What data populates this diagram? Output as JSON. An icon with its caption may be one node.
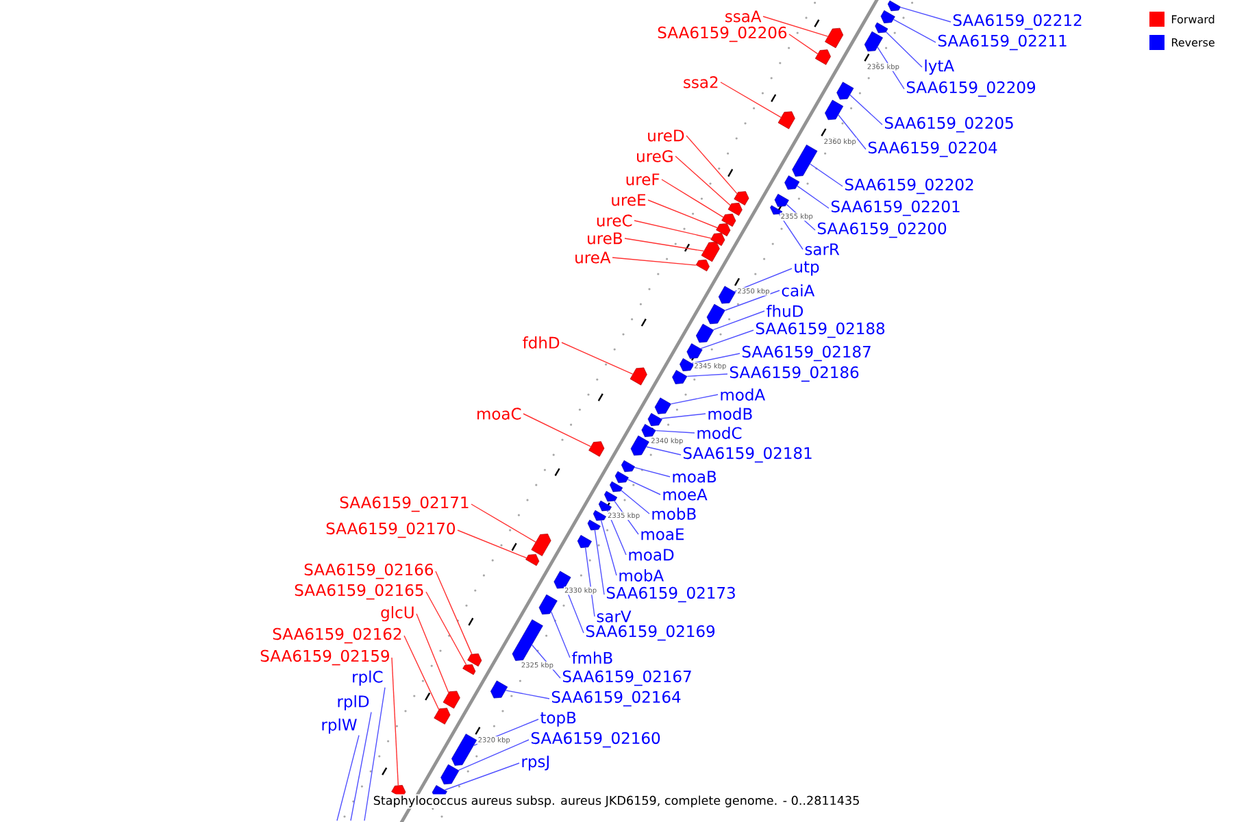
{
  "diagram": {
    "caption": "Staphylococcus aureus subsp. aureus JKD6159, complete genome. - 0..2811435",
    "nodes": [
      {
        "text": [
          "ssaA"
        ]
      },
      {
        "text": [
          "SAA6159_02206"
        ]
      },
      {
        "text": [
          "ssa2"
        ]
      },
      {
        "text": [
          "ureD"
        ]
      },
      {
        "text": [
          "ureG"
        ]
      },
      {
        "text": [
          "ureF"
        ]
      },
      {
        "text": [
          "ureE"
        ]
      },
      {
        "text": [
          "ureC"
        ]
      },
      {
        "text": [
          "ureB"
        ]
      },
      {
        "text": [
          "ureA"
        ]
      },
      {
        "text": [
          "fdhD"
        ]
      },
      {
        "text": [
          "moaC"
        ]
      },
      {
        "text": [
          "SAA6159_02171"
        ]
      },
      {
        "text": [
          "SAA6159_02170"
        ]
      },
      {
        "text": [
          "SAA6159_02166"
        ]
      },
      {
        "text": [
          "SAA6159_02165"
        ]
      },
      {
        "text": [
          "glcU"
        ]
      },
      {
        "text": [
          "SAA6159_02162"
        ]
      },
      {
        "text": [
          "SAA6159_02159"
        ]
      },
      {
        "text": [
          "SAA6159_02212"
        ]
      },
      {
        "text": [
          "SAA6159_02211"
        ]
      },
      {
        "text": [
          "lytA"
        ]
      },
      {
        "text": [
          "SAA6159_02209"
        ]
      },
      {
        "text": [
          "SAA6159_02205"
        ]
      },
      {
        "text": [
          "SAA6159_02204"
        ]
      },
      {
        "text": [
          "SAA6159_02202"
        ]
      },
      {
        "text": [
          "SAA6159_02201"
        ]
      },
      {
        "text": [
          "SAA6159_02200"
        ]
      },
      {
        "text": [
          "sarR"
        ]
      },
      {
        "text": [
          "utp"
        ]
      },
      {
        "text": [
          "caiA"
        ]
      },
      {
        "text": [
          "fhuD"
        ]
      },
      {
        "text": [
          "SAA6159_02188"
        ]
      },
      {
        "text": [
          "SAA6159_02187"
        ]
      },
      {
        "text": [
          "SAA6159_02186"
        ]
      },
      {
        "text": [
          "modA"
        ]
      },
      {
        "text": [
          "modB"
        ]
      },
      {
        "text": [
          "modC"
        ]
      },
      {
        "text": [
          "SAA6159_02181"
        ]
      },
      {
        "text": [
          "moaB"
        ]
      },
      {
        "text": [
          "moeA"
        ]
      },
      {
        "text": [
          "mobB"
        ]
      },
      {
        "text": [
          "moaE"
        ]
      },
      {
        "text": [
          "moaD"
        ]
      },
      {
        "text": [
          "mobA"
        ]
      },
      {
        "text": [
          "SAA6159_02173"
        ]
      },
      {
        "text": [
          "sarV"
        ]
      },
      {
        "text": [
          "SAA6159_02169"
        ]
      },
      {
        "text": [
          "fmhB"
        ]
      },
      {
        "text": [
          "SAA6159_02167"
        ]
      },
      {
        "text": [
          "SAA6159_02164"
        ]
      },
      {
        "text": [
          "topB"
        ]
      },
      {
        "text": [
          "SAA6159_02160"
        ]
      },
      {
        "text": [
          "rpsJ"
        ]
      },
      {
        "text": [
          "rplC"
        ]
      },
      {
        "text": [
          "rplD"
        ]
      },
      {
        "text": [
          "rplW"
        ]
      },
      {
        "text": [],
        "shape": "box"
      },
      {
        "text": [],
        "shape": "box"
      },
      {
        "text": [],
        "shape": "box"
      },
      {
        "text": [],
        "shape": "box"
      },
      {
        "text": [],
        "shape": "box"
      },
      {
        "text": [],
        "shape": "box"
      },
      {
        "text": [],
        "shape": "box"
      },
      {
        "text": [],
        "shape": "box"
      },
      {
        "text": [],
        "shape": "box"
      },
      {
        "text": [],
        "shape": "box"
      },
      {
        "text": [],
        "shape": "box"
      },
      {
        "text": [],
        "shape": "box"
      },
      {
        "text": [],
        "shape": "box"
      },
      {
        "text": [],
        "shape": "box"
      },
      {
        "text": [],
        "shape": "box"
      },
      {
        "text": [],
        "shape": "box"
      },
      {
        "text": [],
        "shape": "box"
      },
      {
        "text": [],
        "shape": "box"
      },
      {
        "text": [],
        "shape": "box"
      },
      {
        "text": [],
        "shape": "box"
      },
      {
        "text": [],
        "shape": "box"
      },
      {
        "text": [],
        "shape": "box"
      },
      {
        "text": [],
        "shape": "box"
      },
      {
        "text": [],
        "shape": "box"
      },
      {
        "text": [],
        "shape": "box"
      },
      {
        "text": [],
        "shape": "box"
      },
      {
        "text": [],
        "shape": "box"
      },
      {
        "text": [],
        "shape": "box"
      },
      {
        "text": [],
        "shape": "box"
      },
      {
        "text": [],
        "shape": "box"
      },
      {
        "text": [],
        "shape": "box"
      },
      {
        "text": [],
        "shape": "box"
      },
      {
        "text": [],
        "shape": "box"
      },
      {
        "text": [],
        "shape": "box"
      },
      {
        "text": [],
        "shape": "box"
      },
      {
        "text": [],
        "shape": "box"
      },
      {
        "text": [],
        "shape": "box"
      },
      {
        "text": [],
        "shape": "box"
      },
      {
        "text": [],
        "shape": "box"
      },
      {
        "text": [],
        "shape": "box"
      },
      {
        "text": [],
        "shape": "box"
      },
      {
        "text": [],
        "shape": "box"
      },
      {
        "text": [],
        "shape": "box"
      },
      {
        "text": [],
        "shape": "box"
      },
      {
        "text": [],
        "shape": "box"
      },
      {
        "text": [],
        "shape": "box"
      },
      {
        "text": [],
        "shape": "box"
      },
      {
        "text": [],
        "shape": "box"
      },
      {
        "text": [],
        "shape": "box"
      },
      {
        "text": [],
        "shape": "box"
      },
      {
        "text": [],
        "shape": "box"
      },
      {
        "text": [],
        "shape": "box"
      },
      {
        "text": [],
        "shape": "box"
      },
      {
        "text": [],
        "shape": "box"
      }
    ],
    "edges": [
      {
        "from": 0,
        "to": 57,
        "arrow": "none",
        "color": "#ff3030"
      },
      {
        "from": 1,
        "to": 58,
        "arrow": "none",
        "color": "#ff3030"
      },
      {
        "from": 2,
        "to": 59,
        "arrow": "none",
        "color": "#ff3030"
      },
      {
        "from": 3,
        "to": 60,
        "arrow": "none",
        "color": "#ff3030"
      },
      {
        "from": 4,
        "to": 61,
        "arrow": "none",
        "color": "#ff3030"
      },
      {
        "from": 5,
        "to": 62,
        "arrow": "none",
        "color": "#ff3030"
      },
      {
        "from": 6,
        "to": 63,
        "arrow": "none",
        "color": "#ff3030"
      },
      {
        "from": 7,
        "to": 64,
        "arrow": "none",
        "color": "#ff3030"
      },
      {
        "from": 8,
        "to": 65,
        "arrow": "none",
        "color": "#ff3030"
      },
      {
        "from": 9,
        "to": 66,
        "arrow": "none",
        "color": "#ff3030"
      },
      {
        "from": 10,
        "to": 67,
        "arrow": "none",
        "color": "#ff3030"
      },
      {
        "from": 11,
        "to": 68,
        "arrow": "none",
        "color": "#ff3030"
      },
      {
        "from": 12,
        "to": 69,
        "arrow": "none",
        "color": "#ff3030"
      },
      {
        "from": 13,
        "to": 70,
        "arrow": "none",
        "color": "#ff3030"
      },
      {
        "from": 14,
        "to": 71,
        "arrow": "none",
        "color": "#ff3030"
      },
      {
        "from": 15,
        "to": 72,
        "arrow": "none",
        "color": "#ff3030"
      },
      {
        "from": 16,
        "to": 73,
        "arrow": "none",
        "color": "#ff3030"
      },
      {
        "from": 17,
        "to": 74,
        "arrow": "none",
        "color": "#ff3030"
      },
      {
        "from": 18,
        "to": 75,
        "arrow": "none",
        "color": "#ff3030"
      },
      {
        "from": 19,
        "to": 76,
        "arrow": "none"
      },
      {
        "from": 20,
        "to": 77,
        "arrow": "none"
      },
      {
        "from": 21,
        "to": 78,
        "arrow": "none"
      },
      {
        "from": 22,
        "to": 79,
        "arrow": "none"
      },
      {
        "from": 23,
        "to": 80,
        "arrow": "none"
      },
      {
        "from": 24,
        "to": 81,
        "arrow": "none"
      },
      {
        "from": 25,
        "to": 82,
        "arrow": "none"
      },
      {
        "from": 26,
        "to": 83,
        "arrow": "none"
      },
      {
        "from": 27,
        "to": 84,
        "arrow": "none"
      },
      {
        "from": 28,
        "to": 85,
        "arrow": "none"
      },
      {
        "from": 29,
        "to": 86,
        "arrow": "none"
      },
      {
        "from": 30,
        "to": 87,
        "arrow": "none"
      },
      {
        "from": 31,
        "to": 88,
        "arrow": "none"
      },
      {
        "from": 32,
        "to": 89,
        "arrow": "none"
      },
      {
        "from": 33,
        "to": 90,
        "arrow": "none"
      },
      {
        "from": 34,
        "to": 91,
        "arrow": "none"
      },
      {
        "from": 35,
        "to": 92,
        "arrow": "none"
      },
      {
        "from": 36,
        "to": 93,
        "arrow": "none"
      },
      {
        "from": 37,
        "to": 94,
        "arrow": "none"
      },
      {
        "from": 38,
        "to": 95,
        "arrow": "none"
      },
      {
        "from": 39,
        "to": 96,
        "arrow": "none"
      },
      {
        "from": 40,
        "to": 97,
        "arrow": "none"
      },
      {
        "from": 41,
        "to": 98,
        "arrow": "none"
      },
      {
        "from": 42,
        "to": 99,
        "arrow": "none"
      },
      {
        "from": 43,
        "to": 100,
        "arrow": "none"
      },
      {
        "from": 44,
        "to": 101,
        "arrow": "none"
      },
      {
        "from": 45,
        "to": 102,
        "arrow": "none"
      },
      {
        "from": 46,
        "to": 103,
        "arrow": "none"
      },
      {
        "from": 47,
        "to": 104,
        "arrow": "none"
      },
      {
        "from": 48,
        "to": 105,
        "arrow": "none"
      },
      {
        "from": 49,
        "to": 106,
        "arrow": "none"
      },
      {
        "from": 50,
        "to": 107,
        "arrow": "none"
      },
      {
        "from": 51,
        "to": 108,
        "arrow": "none"
      },
      {
        "from": 52,
        "to": 109,
        "arrow": "none"
      },
      {
        "from": 53,
        "to": 110,
        "arrow": "none"
      },
      {
        "from": 54,
        "to": null,
        "arrow": "none"
      },
      {
        "from": 55,
        "to": null,
        "arrow": "none"
      },
      {
        "from": 56,
        "to": null,
        "arrow": "none"
      }
    ],
    "labels": [
      "2365 kbp",
      "2360 kbp",
      "2355 kbp",
      "2350 kbp",
      "2345 kbp",
      "2340 kbp",
      "2335 kbp",
      "2330 kbp",
      "2325 kbp",
      "2320 kbp"
    ],
    "legend": [
      {
        "text": "Forward",
        "color": "#ff0000"
      },
      {
        "text": "Reverse",
        "color": "#0000ff"
      }
    ]
  }
}
